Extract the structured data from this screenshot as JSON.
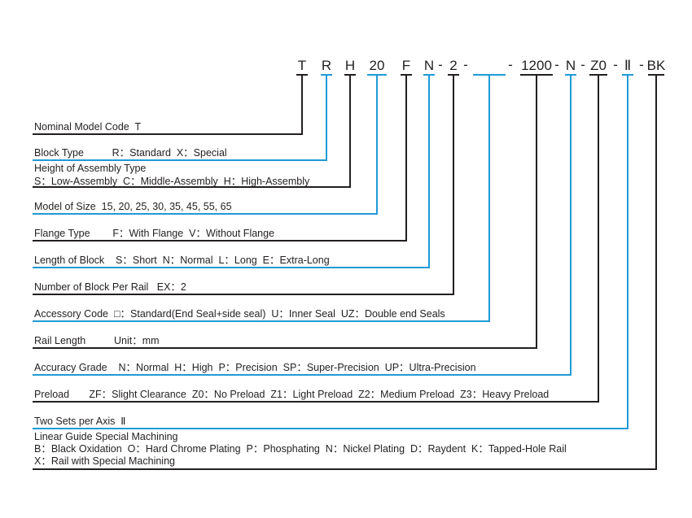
{
  "colors": {
    "black": "#231f20",
    "blue": "#1f9ad6"
  },
  "code_segments": [
    {
      "text": "T",
      "color": "black"
    },
    {
      "text": "R",
      "color": "blue"
    },
    {
      "text": "H",
      "color": "black"
    },
    {
      "text": "20",
      "color": "blue"
    },
    {
      "text": "F",
      "color": "black"
    },
    {
      "text": "N",
      "color": "blue"
    },
    {
      "text": "2",
      "color": "black"
    },
    {
      "text": "",
      "color": "blue"
    },
    {
      "text": "1200",
      "color": "black"
    },
    {
      "text": "N",
      "color": "blue"
    },
    {
      "text": "Z0",
      "color": "black"
    },
    {
      "text": "Ⅱ",
      "color": "blue"
    },
    {
      "text": "BK",
      "color": "black"
    }
  ],
  "separators": [
    "-",
    "-",
    "-",
    "-",
    "-",
    "-",
    "-"
  ],
  "rows": [
    {
      "lines": [
        "Nominal Model Code  T"
      ]
    },
    {
      "lines": [
        "Block Type          R：Standard  X：Special"
      ]
    },
    {
      "lines": [
        "Height of Assembly Type",
        "S：Low-Assembly  C：Middle-Assembly  H：High-Assembly"
      ]
    },
    {
      "lines": [
        "Model of Size  15, 20, 25, 30, 35, 45, 55, 65"
      ]
    },
    {
      "lines": [
        "Flange Type        F：With Flange  V：Without Flange"
      ]
    },
    {
      "lines": [
        "Length of Block    S：Short  N：Normal  L：Long  E：Extra-Long"
      ]
    },
    {
      "lines": [
        "Number of Block Per Rail   EX：2"
      ]
    },
    {
      "lines": [
        "Accessory Code  □：Standard(End Seal+side seal)  U：Inner Seal  UZ：Double end Seals"
      ]
    },
    {
      "lines": [
        "Rail Length          Unit：mm"
      ]
    },
    {
      "lines": [
        "Accuracy Grade    N：Normal  H：High  P：Precision  SP：Super-Precision  UP：Ultra-Precision"
      ]
    },
    {
      "lines": [
        "Preload       ZF：Slight Clearance  Z0：No Preload  Z1：Light Preload  Z2：Medium Preload  Z3：Heavy Preload"
      ]
    },
    {
      "lines": [
        "Two Sets per Axis  Ⅱ"
      ]
    },
    {
      "lines": [
        "Linear Guide Special Machining",
        "B：Black Oxidation  O：Hard Chrome Plating  P：Phosphating  N：Nickel Plating  D：Raydent  K：Tapped-Hole Rail",
        "X：Rail with Special Machining"
      ]
    }
  ]
}
